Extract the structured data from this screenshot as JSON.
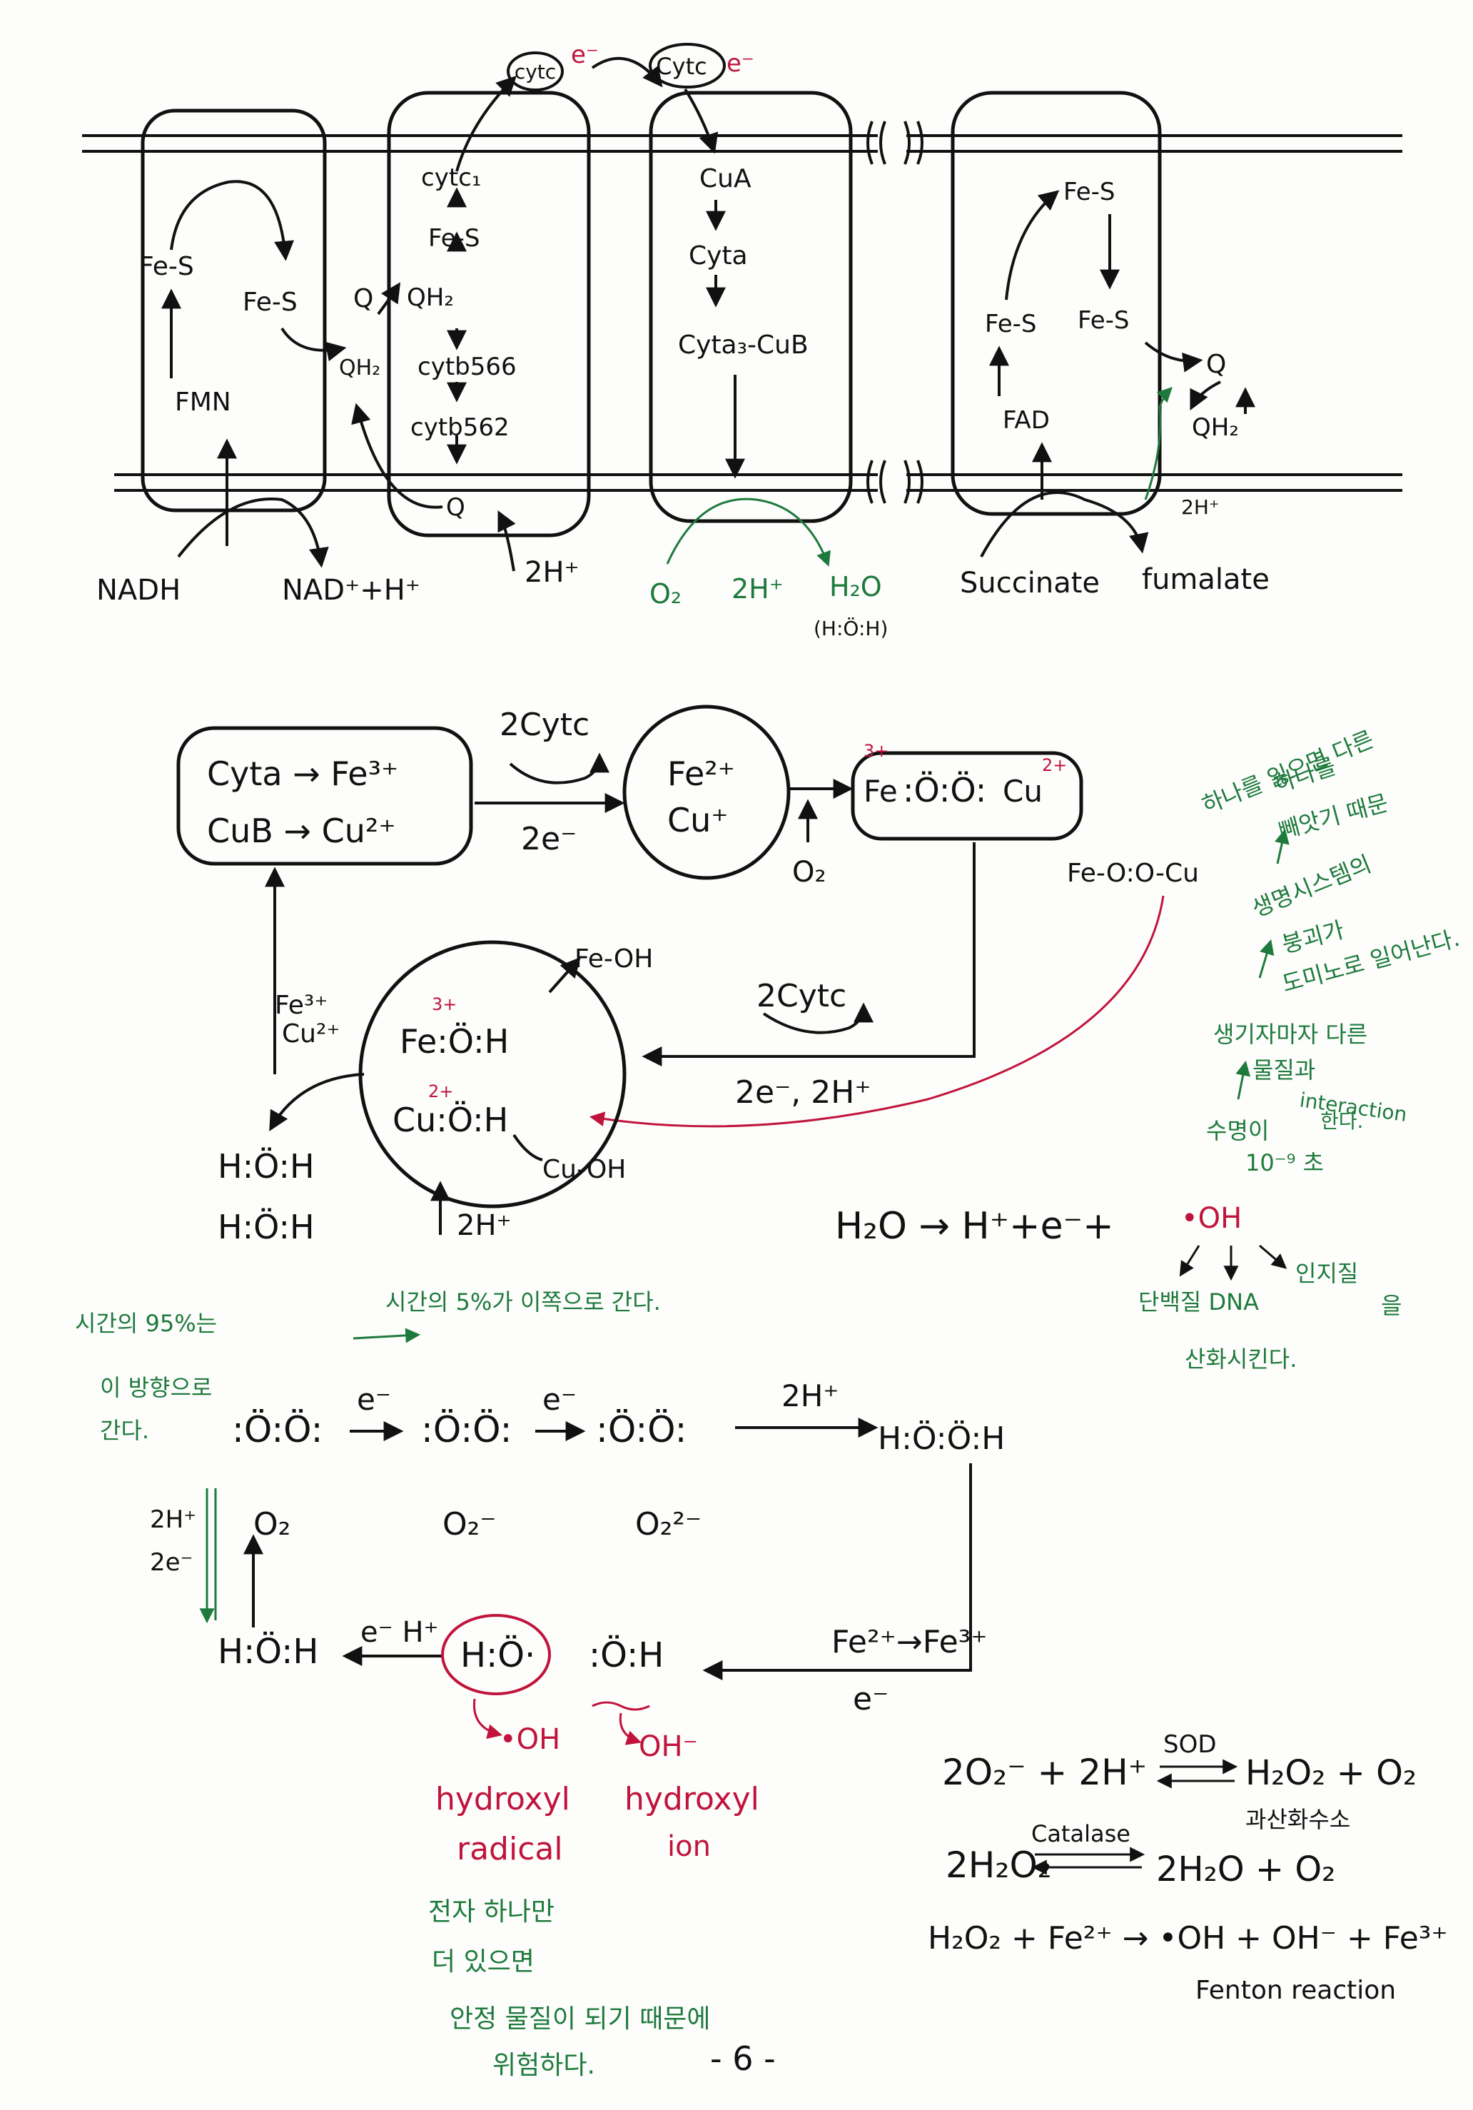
{
  "colors": {
    "ink": "#111111",
    "green": "#1e7a3c",
    "red": "#c0143c"
  },
  "etc": {
    "cytc_top1": "cytc",
    "e_top1": "e⁻",
    "cytc_top2": "Cytc",
    "e_top2": "e⁻",
    "c1": {
      "fes1": "Fe-S",
      "fes2": "Fe-S",
      "fmn": "FMN"
    },
    "q_c1": "Q",
    "qh2_c1": "QH₂",
    "c3": {
      "cytc1": "cytc₁",
      "fes": "Fe-S",
      "qh2": "QH₂",
      "b566": "cytb566",
      "b562": "cytb562",
      "q": "Q"
    },
    "c4": {
      "cua": "CuA",
      "cyta": "Cyta",
      "cyta3": "Cyta₃-CuB"
    },
    "c2": {
      "fes_top": "Fe-S",
      "fes_left": "Fe-S",
      "fes_right": "Fe-S",
      "fad": "FAD",
      "q": "Q",
      "qh2": "QH₂"
    },
    "nadh": "NADH",
    "nadp": "NAD⁺+H⁺",
    "two_h": "2H⁺",
    "o2": "O₂",
    "two_h_g": "2H⁺",
    "h2o": "H₂O",
    "h2o_struct": "(H:Ö:H)",
    "two_h_c2": "2H⁺",
    "succinate": "Succinate",
    "fumarate": "fumalate"
  },
  "cycle": {
    "box1_line1": "Cyta → Fe³⁺",
    "box1_line2": "CuB → Cu²⁺",
    "two_cytc_1": "2Cytc",
    "two_e_1": "2e⁻",
    "fe2": "Fe²⁺",
    "cu1": "Cu⁺",
    "o2": "O₂",
    "peroxo_fe": "Fe",
    "peroxo_fe_ox": "3+",
    "peroxo_mid": ":Ö:Ö:",
    "peroxo_cu": "Cu",
    "peroxo_cu_ox": "2+",
    "feo_ocu": "Fe-O:O-Cu",
    "two_cytc_2": "2Cytc",
    "two_e_2h": "2e⁻, 2H⁺",
    "fe_oh": "Fe:Ö:H",
    "fe_oh_ox": "3+",
    "cu_oh": "Cu:Ö:H",
    "cu_oh_ox": "2+",
    "fe_oh_label": "Fe-OH",
    "cu_oh_label": "Cu-OH",
    "fe3_cu2": "Fe³⁺",
    "cu2": "Cu²⁺",
    "h2o_1": "H:Ö:H",
    "h2o_2": "H:Ö:H",
    "two_h_bottom": "2H⁺"
  },
  "notes_right": {
    "n1": "하나를 잃으면 다른",
    "n2": "하나를",
    "n3": "빼앗기 때문",
    "n4": "생명시스템의",
    "n5": "붕괴가",
    "n6": "도미노로 일어난다.",
    "n7": "생기자마자 다른",
    "n8": "물질과",
    "n9": "interaction",
    "n10": "수명이",
    "n11": "한다.",
    "n12": "10⁻⁹ 초"
  },
  "radical": {
    "eq": "H₂O → H⁺+e⁻+",
    "oh": "•OH",
    "targets": "단백질 DNA",
    "lipid": "인지질",
    "eul": "을",
    "oxidize": "산화시킨다."
  },
  "time_notes": {
    "t1": "시간의 95%는",
    "t2": "이 방향으로",
    "t3": "간다.",
    "t4": "시간의 5%가 이쪽으로 간다."
  },
  "oxy": {
    "o2_dots": ":Ö:Ö:",
    "e1": "e⁻",
    "o2m_dots": ":Ö:Ö:",
    "e2": "e⁻",
    "o22m_dots": ":Ö:Ö:",
    "two_h": "2H⁺",
    "h2o2_dots": "H:Ö:Ö:H",
    "o2": "O₂",
    "o2m": "O₂⁻",
    "o22m": "O₂²⁻",
    "two_h_left": "2H⁺",
    "two_e_left": "2e⁻",
    "o2_left": "O₂",
    "hoh": "H:Ö:H",
    "e_h": "e⁻ H⁺",
    "ho_radical": "H:Ö·",
    "oh_ion": ":Ö:H",
    "fe_change": "Fe²⁺→Fe³⁺",
    "e_bottom": "e⁻",
    "oh_r": "•OH",
    "oh_i": "OH⁻",
    "hydroxyl1": "hydroxyl",
    "radical_word": "radical",
    "hydroxyl2": "hydroxyl",
    "ion_word": "ion"
  },
  "green_bottom": {
    "g1": "전자 하나만",
    "g2": "더 있으면",
    "g3": "안정 물질이 되기 때문에",
    "g4": "위험하다."
  },
  "equations": {
    "eq1": "2O₂⁻ + 2H⁺",
    "sod": "SOD",
    "eq1_r": "H₂O₂ + O₂",
    "h2o2_name": "과산화수소",
    "eq2": "2H₂O₂",
    "catalase": "Catalase",
    "eq2_r": "2H₂O + O₂",
    "eq3": "H₂O₂ + Fe²⁺ → •OH + OH⁻ + Fe³⁺",
    "fenton": "Fenton reaction"
  },
  "page_number": "- 6 -"
}
